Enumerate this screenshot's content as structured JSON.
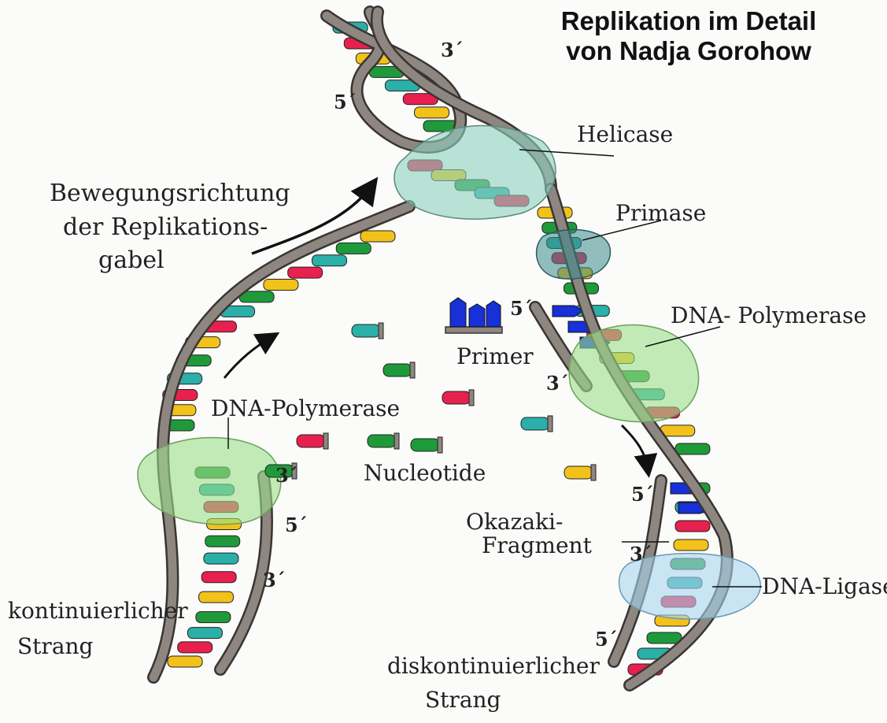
{
  "title": {
    "line1": "Replikation im Detail",
    "line2": "von Nadja Gorohow"
  },
  "labels": {
    "helicase": "Helicase",
    "primase": "Primase",
    "dna_polymerase_right": "DNA- Polymerase",
    "dna_polymerase_left": "DNA-Polymerase",
    "primer": "Primer",
    "nucleotide": "Nucleotide",
    "okazaki_line1": "Okazaki-",
    "okazaki_line2": "Fragment",
    "dna_ligase": "DNA-Ligase",
    "movement_line1": "Bewegungsrichtung",
    "movement_line2": "der Replikations-",
    "movement_line3": "gabel",
    "continuous_line1": "kontinuierlicher",
    "continuous_line2": "Strang",
    "discontinuous_line1": "diskontinuierlicher",
    "discontinuous_line2": "Strang"
  },
  "strand_ends": {
    "top_3": "3´",
    "top_5": "5´",
    "primer_5": "5´",
    "right_3": "3´",
    "left_3a": "3´",
    "left_5": "5´",
    "left_3b": "3´",
    "okazaki_5": "5´",
    "okazaki_3": "3´",
    "bottom_5": "5´"
  },
  "colors": {
    "backbone": "#8e8680",
    "backbone_stroke": "#3a3532",
    "base_red": "#e8204e",
    "base_teal": "#2ab0a8",
    "base_green": "#1f9a3a",
    "base_yellow": "#f2c21b",
    "base_blue": "#1730d8",
    "enzyme_green": "#9be08a",
    "enzyme_blue": "#a9d6ee"
  }
}
